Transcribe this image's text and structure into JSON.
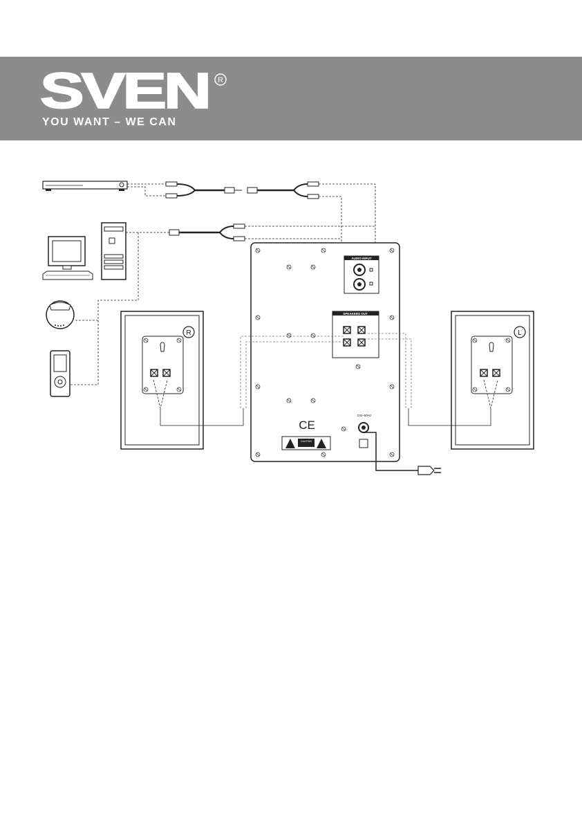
{
  "brand": {
    "logo_text": "SVEN",
    "registered_mark": "R",
    "tagline": "YOU WANT – WE CAN"
  },
  "diagram": {
    "subwoofer": {
      "audio_input_label": "AUDIO INPUT",
      "speakers_out_label": "SPEAKERS OUT",
      "power_label": "230~50Hz",
      "ce_mark": "CE",
      "caution_label": "CAUTION"
    },
    "satellite_right": {
      "badge": "R"
    },
    "satellite_left": {
      "badge": "L"
    },
    "colors": {
      "banner": "#8c8c8c",
      "line": "#2b2b2b",
      "dashed": "#555555"
    }
  }
}
